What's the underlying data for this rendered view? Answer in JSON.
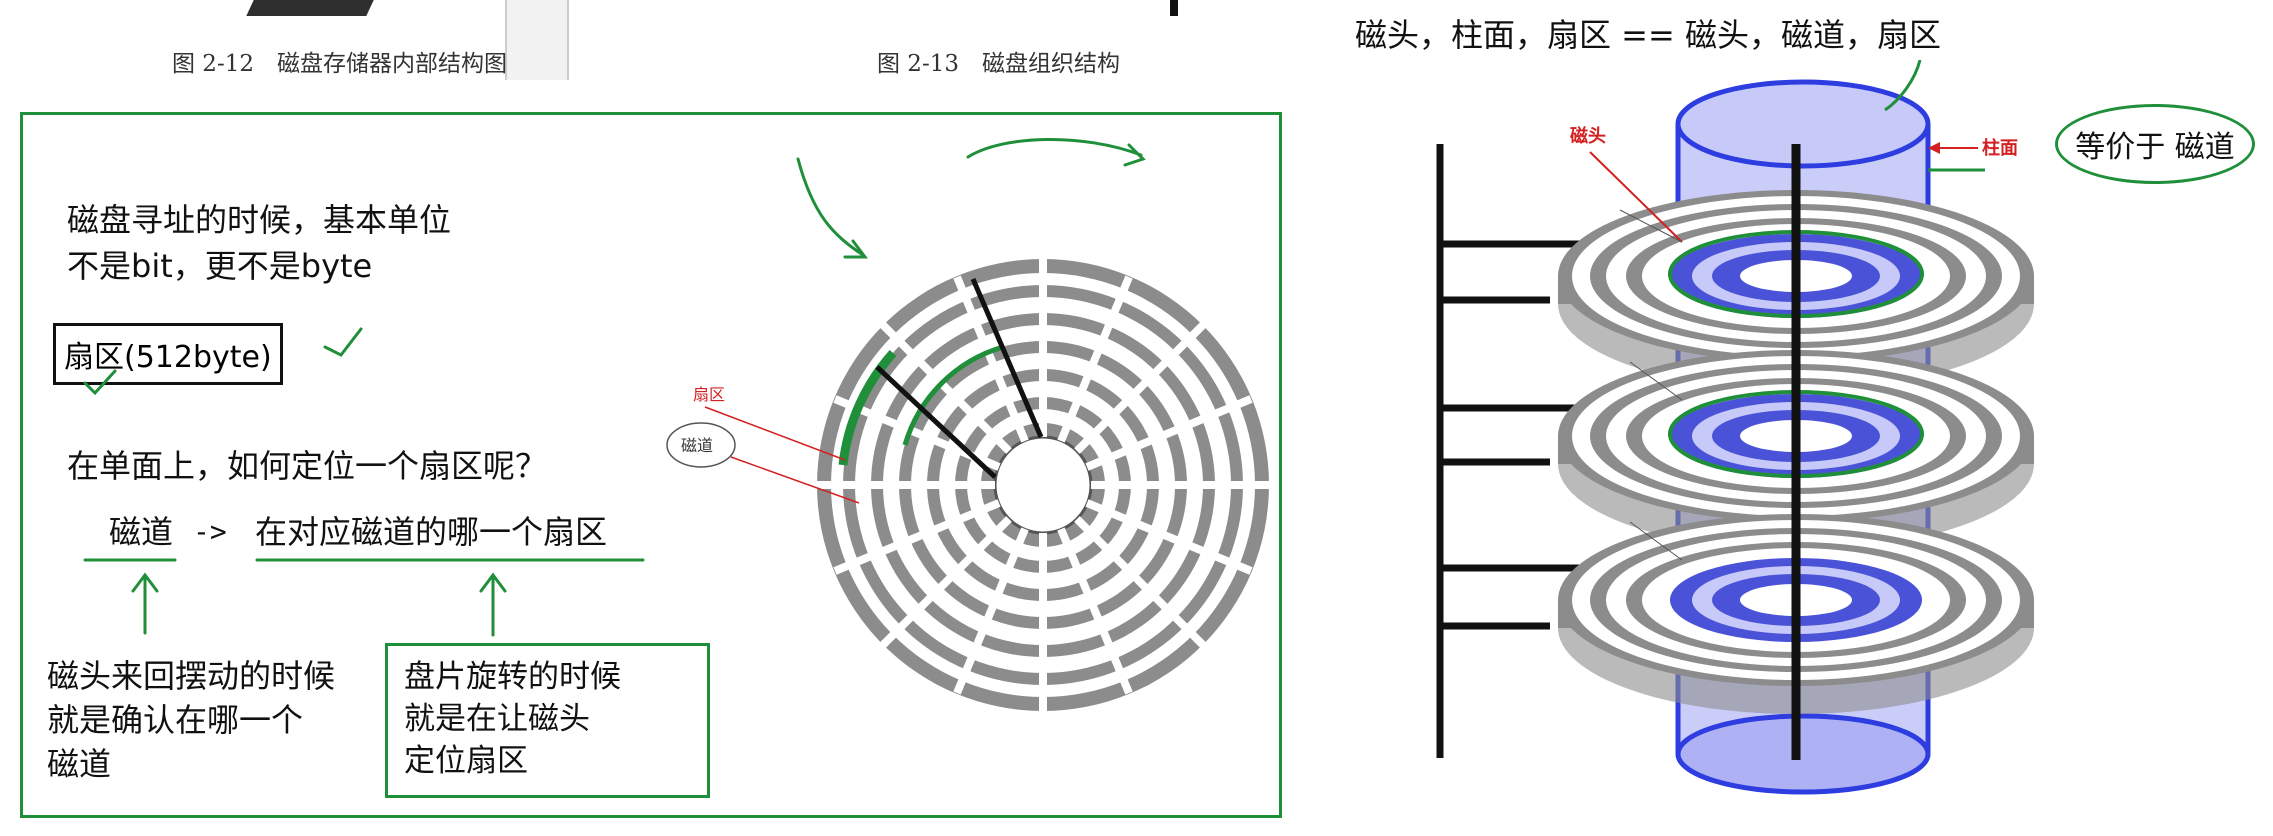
{
  "captions": {
    "fig_2_12": "图 2-12　磁盘存储器内部结构图",
    "fig_2_13": "图 2-13　磁盘组织结构"
  },
  "notes": {
    "addressing_line1": "磁盘寻址的时候，基本单位",
    "addressing_line2": "不是bit，更不是byte",
    "sector_unit": "扇区(512byte)",
    "question": "在单面上，如何定位一个扇区呢？",
    "track_label": "磁道",
    "arrow_text": "->",
    "which_sector": "在对应磁道的哪一个扇区",
    "head_swing": [
      "磁头来回摆动的时候",
      "就是确认在哪一个",
      "磁道"
    ],
    "platter_rotate": [
      "盘片旋转的时候",
      "就是在让磁头",
      "定位扇区"
    ]
  },
  "disk_diagram": {
    "sector_label": "扇区",
    "track_label": "磁道"
  },
  "stack_diagram": {
    "title": "磁头，柱面，扇区 == 磁头，磁道，扇区",
    "head_label": "磁头",
    "cylinder_label": "柱面",
    "equivalent_note": "等价于 磁道"
  },
  "colors": {
    "green_ink": "#1f8f3a",
    "red_label": "#d42020",
    "platter_gray": "#8c8c8c",
    "cylinder_blue": "#2d3de0"
  }
}
